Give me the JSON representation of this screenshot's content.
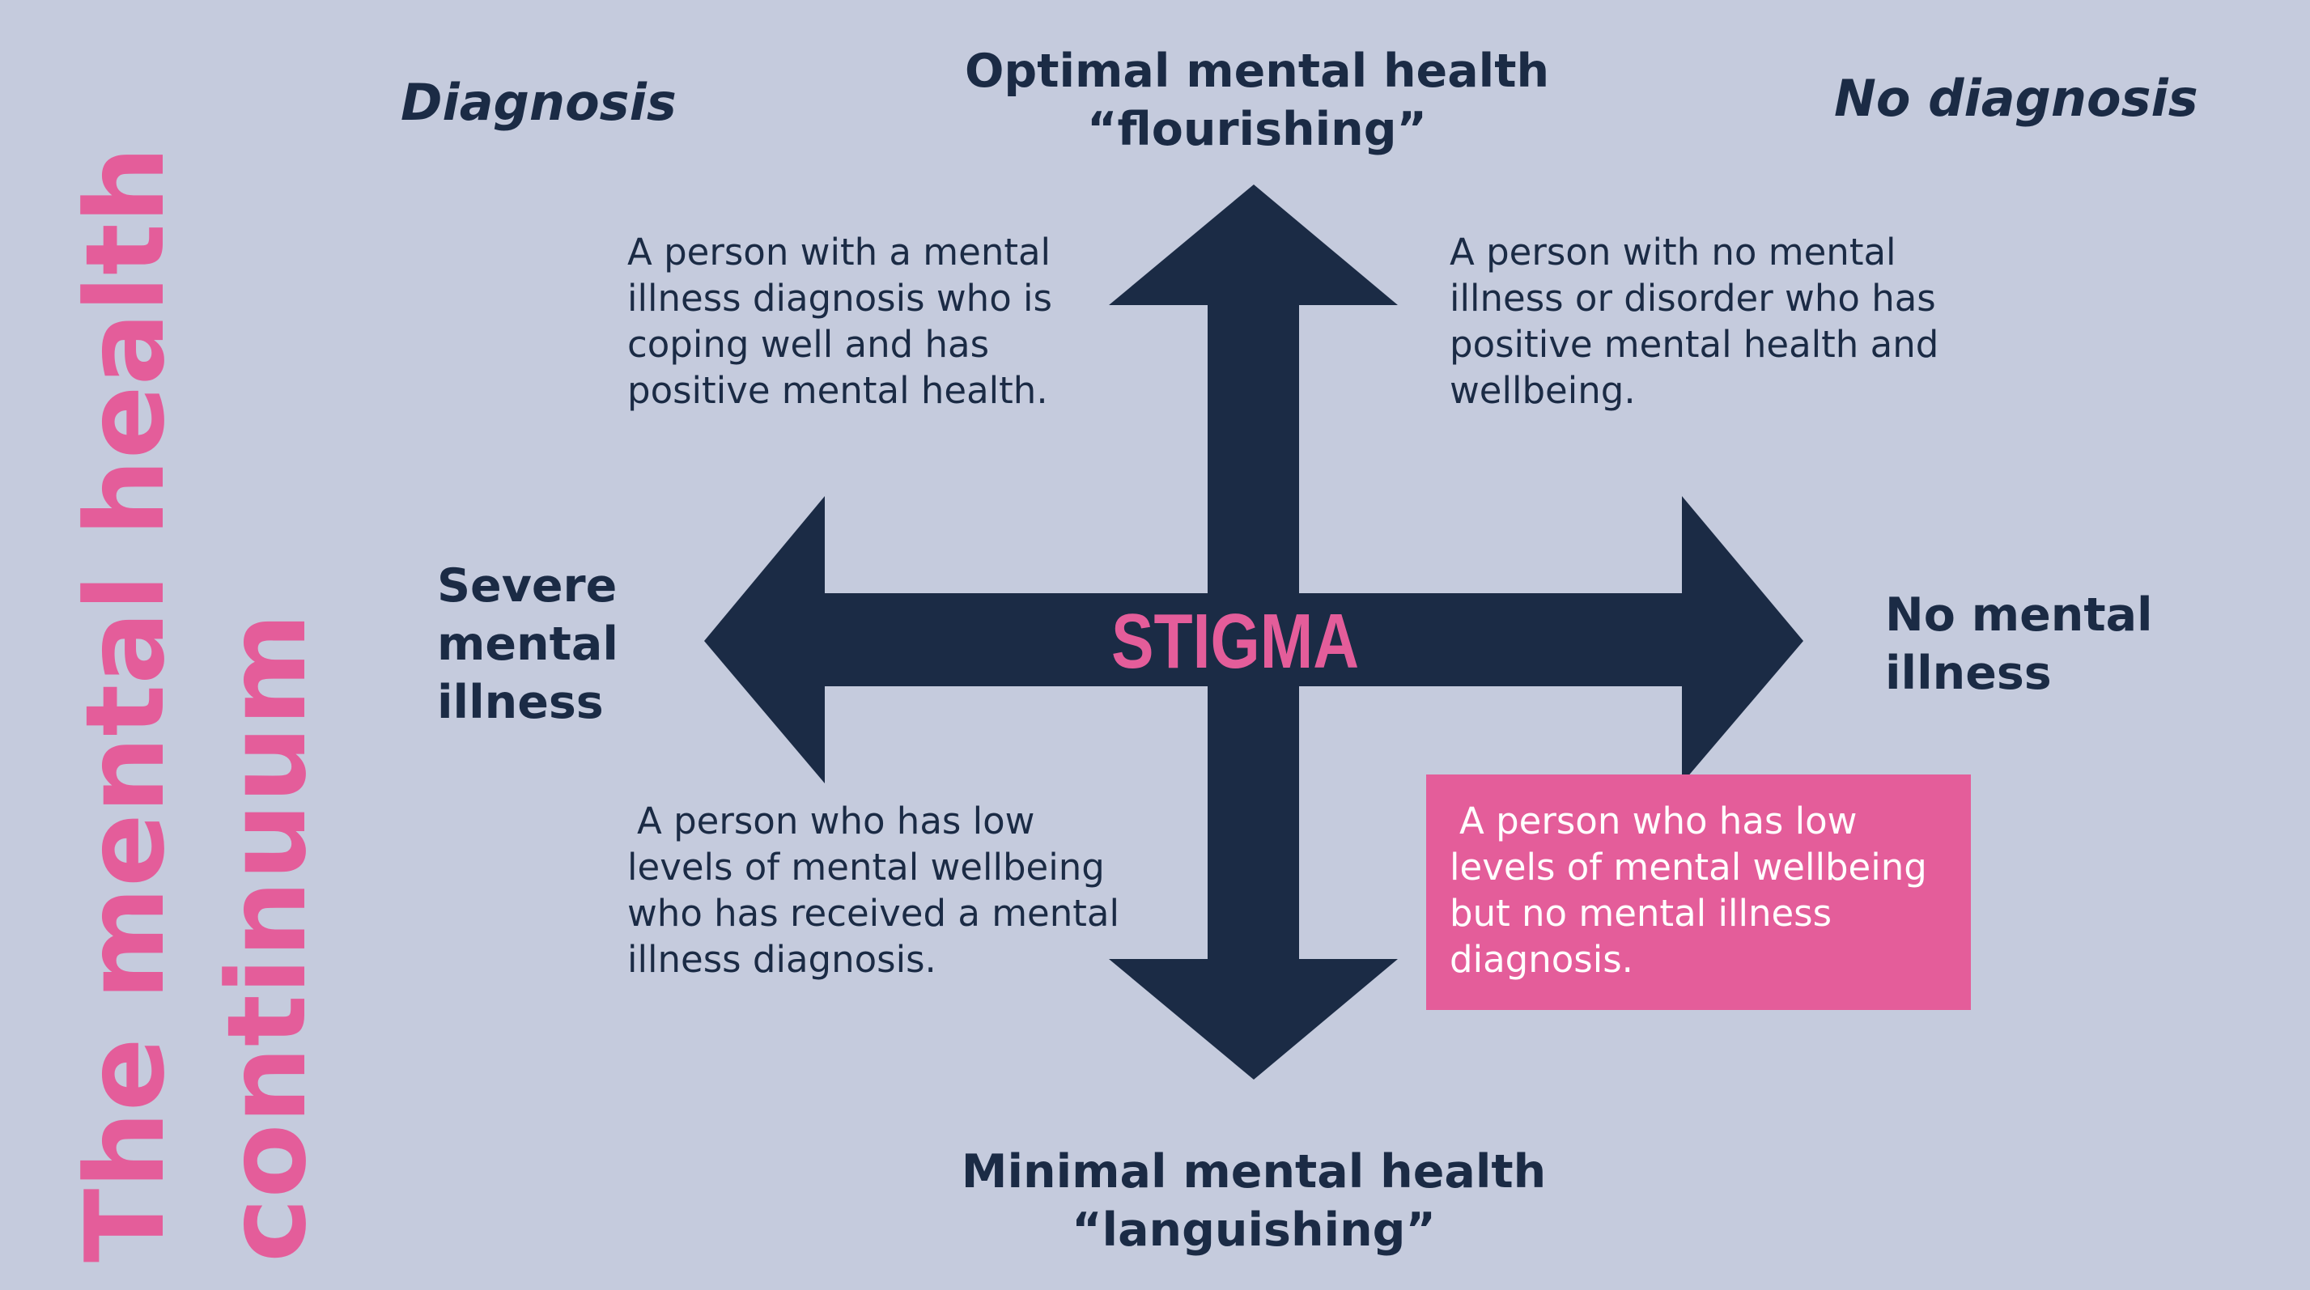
{
  "title": {
    "line1": "The mental health",
    "line2": "continuum"
  },
  "corners": {
    "left": "Diagnosis",
    "right": "No diagnosis"
  },
  "axes": {
    "top": {
      "line1": "Optimal mental health",
      "line2": "“flourishing”"
    },
    "bottom": {
      "line1": "Minimal mental health",
      "line2": "“languishing”"
    },
    "left": {
      "line1": "Severe",
      "line2": "mental",
      "line3": "illness"
    },
    "right": {
      "line1": "No mental",
      "line2": "illness"
    }
  },
  "center_label": "STIGMA",
  "quadrants": {
    "top_left": "A person with a mental illness diagnosis who is coping well and has positive mental health.",
    "top_right": "A person with no mental illness or disorder who has positive mental health and wellbeing.",
    "bottom_left": "A person who has low levels of mental wellbeing who has received a mental illness diagnosis.",
    "bottom_right": "A person who has low levels of mental wellbeing but no mental illness diagnosis."
  },
  "colors": {
    "background": "#c5cbdd",
    "navy": "#1b2b45",
    "pink": "#e45d9a"
  }
}
